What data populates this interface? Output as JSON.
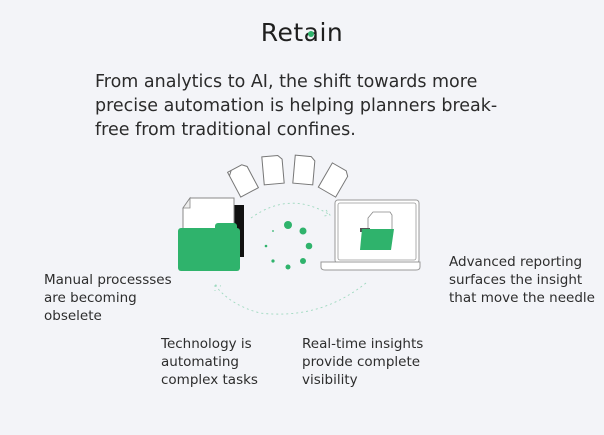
{
  "brand": {
    "logo_text_before": "Ret",
    "logo_text_a": "a",
    "logo_text_after": "in",
    "accent_color": "#2fb36c"
  },
  "headline": "From analytics to AI, the shift towards more precise automation is helping planners break-free from traditional confines.",
  "captions": {
    "manual": "Manual processses are becoming obselete",
    "technology": "Technology is automating complex tasks",
    "realtime": "Real-time insights provide complete visibility",
    "reporting": "Advanced reporting surfaces the insight that move the needle"
  },
  "illustration": {
    "icons": [
      "documents-icon",
      "folder-icon",
      "loading-spinner-icon",
      "laptop-icon",
      "cycle-arrows-icon"
    ]
  }
}
